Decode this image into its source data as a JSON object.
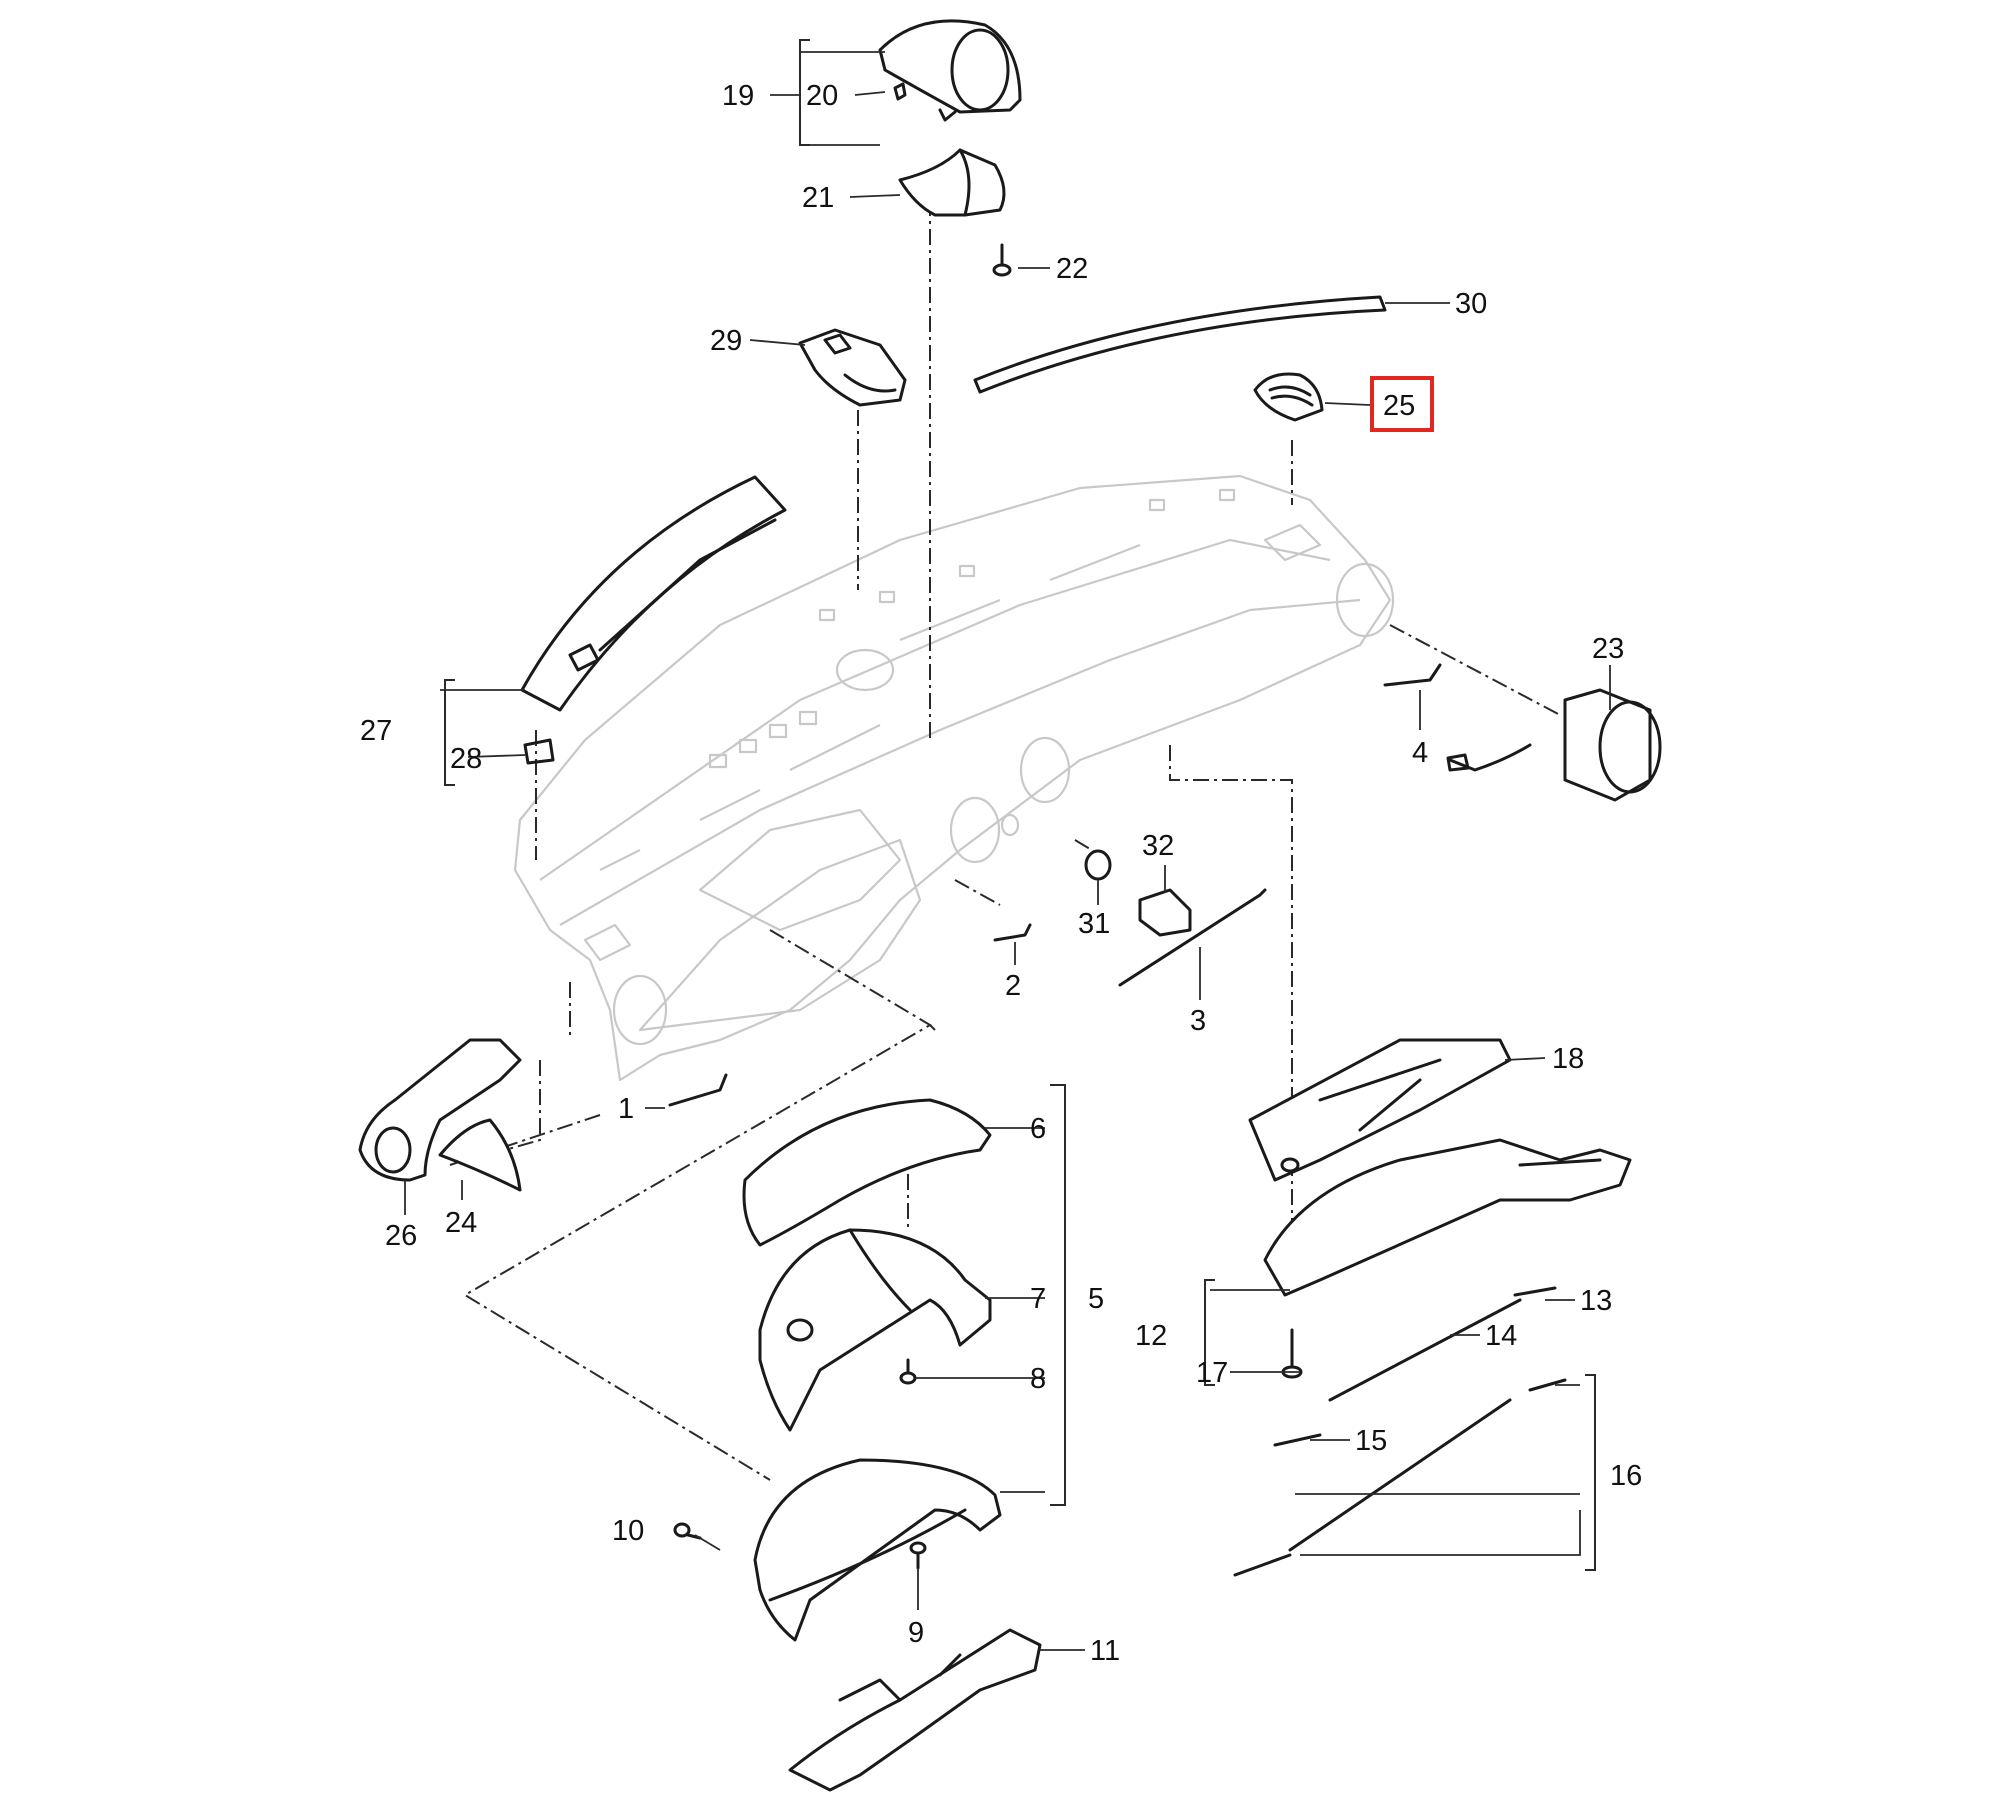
{
  "colors": {
    "highlight": "#e0281e",
    "line": "#1a1a1a",
    "dashboard_outline": "#c8c8c8"
  },
  "highlighted_part": "25",
  "callouts": {
    "c1": "1",
    "c2": "2",
    "c3": "3",
    "c4": "4",
    "c5": "5",
    "c6": "6",
    "c7": "7",
    "c8": "8",
    "c9": "9",
    "c10": "10",
    "c11": "11",
    "c12": "12",
    "c13": "13",
    "c14": "14",
    "c15": "15",
    "c16": "16",
    "c17": "17",
    "c18": "18",
    "c19": "19",
    "c20": "20",
    "c21": "21",
    "c22": "22",
    "c23": "23",
    "c24": "24",
    "c25": "25",
    "c26": "26",
    "c27": "27",
    "c28": "28",
    "c29": "29",
    "c30": "30",
    "c31": "31",
    "c32": "32"
  }
}
